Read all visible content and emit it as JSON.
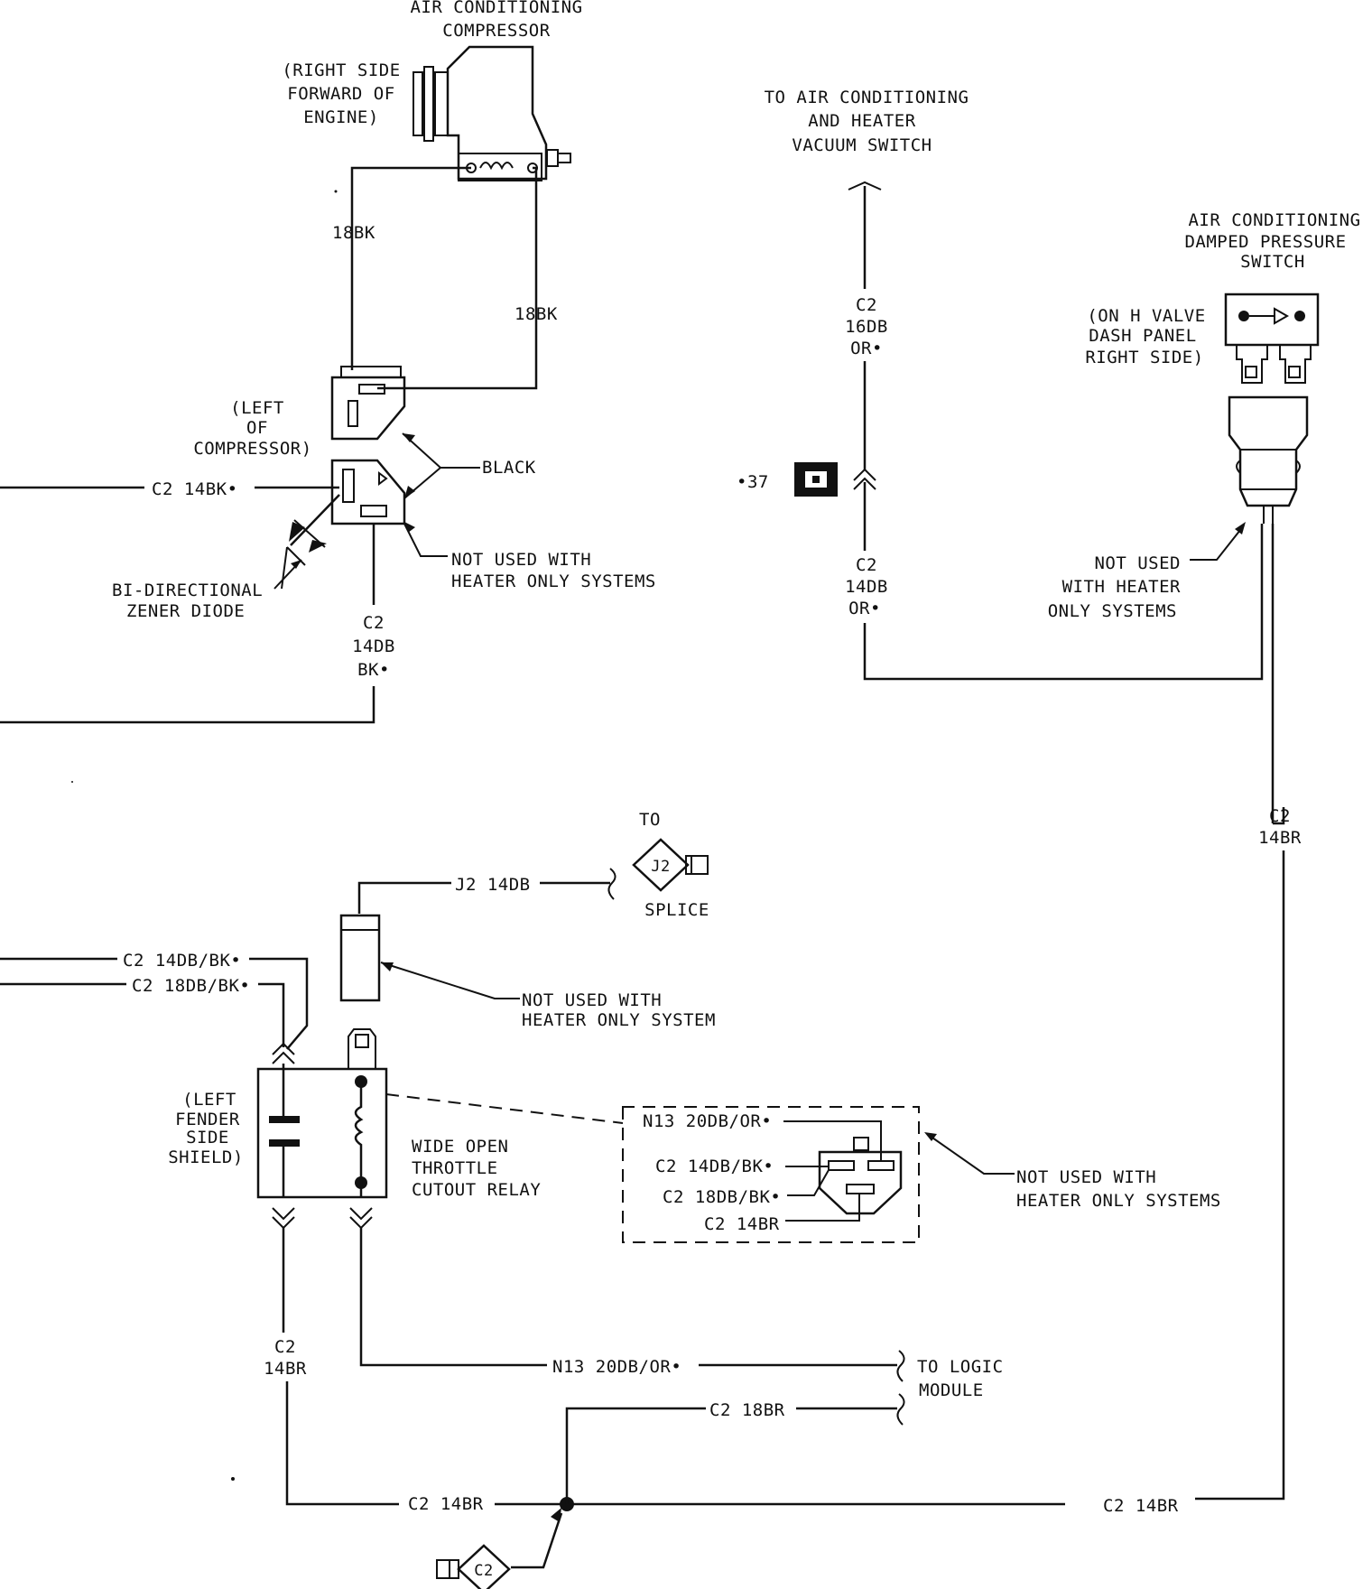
{
  "compressor": {
    "title_line1": "AIR CONDITIONING",
    "title_line2": "COMPRESSOR",
    "location_line1": "(RIGHT SIDE",
    "location_line2": "FORWARD OF",
    "location_line3": "ENGINE)",
    "wire_left": "18BK",
    "wire_right": "18BK"
  },
  "compressor_connector": {
    "location_line1": "(LEFT",
    "location_line2": "OF",
    "location_line3": "COMPRESSOR)",
    "color_label": "BLACK",
    "wire_in": "C2 14BK•",
    "note_line1": "NOT USED WITH",
    "note_line2": "HEATER ONLY SYSTEMS",
    "diode_line1": "BI-DIRECTIONAL",
    "diode_line2": "ZENER DIODE",
    "wire_down_line1": "C2",
    "wire_down_line2": "14DB",
    "wire_down_line3": "BK•"
  },
  "vacuum_switch": {
    "line1": "TO AIR CONDITIONING",
    "line2": "AND HEATER",
    "line3": "VACUUM SWITCH",
    "wire_upper_line1": "C2",
    "wire_upper_line2": "16DB",
    "wire_upper_line3": "OR•",
    "wire_lower_line1": "C2",
    "wire_lower_line2": "14DB",
    "wire_lower_line3": "OR•",
    "connector_ref": "•37"
  },
  "pressure_switch": {
    "title_line1": "AIR CONDITIONING",
    "title_line2": "DAMPED PRESSURE",
    "title_line3": "SWITCH",
    "location_line1": "(ON H VALVE",
    "location_line2": "DASH PANEL",
    "location_line3": "RIGHT SIDE)",
    "note_line1": "NOT USED",
    "note_line2": "WITH HEATER",
    "note_line3": "ONLY SYSTEMS",
    "wire_line1": "C2",
    "wire_line2": "14BR"
  },
  "splice": {
    "to_label": "TO",
    "wire": "J2 14DB",
    "id": "J2",
    "label": "SPLICE"
  },
  "relay": {
    "upper_note_line1": "NOT USED WITH",
    "upper_note_line2": "HEATER ONLY SYSTEM",
    "wire_in_1": "C2 14DB/BK•",
    "wire_in_2": "C2 18DB/BK•",
    "location_line1": "(LEFT",
    "location_line2": "FENDER",
    "location_line3": "SIDE",
    "location_line4": "SHIELD)",
    "name_line1": "WIDE OPEN",
    "name_line2": "THROTTLE",
    "name_line3": "CUTOUT RELAY",
    "wire_down_line1": "C2",
    "wire_down_line2": "14BR"
  },
  "relay_connector": {
    "pin1": "N13 20DB/OR•",
    "pin2": "C2 14DB/BK•",
    "pin3": "C2 18DB/BK•",
    "pin4": "C2 14BR",
    "note_line1": "NOT USED WITH",
    "note_line2": "HEATER ONLY SYSTEMS"
  },
  "bottom": {
    "wire_n13": "N13 20DB/OR•",
    "logic_line1": "TO LOGIC",
    "logic_line2": "MODULE",
    "wire_18br": "C2 18BR",
    "wire_14br_left": "C2 14BR",
    "wire_14br_right": "C2 14BR",
    "ground_id": "C2"
  }
}
